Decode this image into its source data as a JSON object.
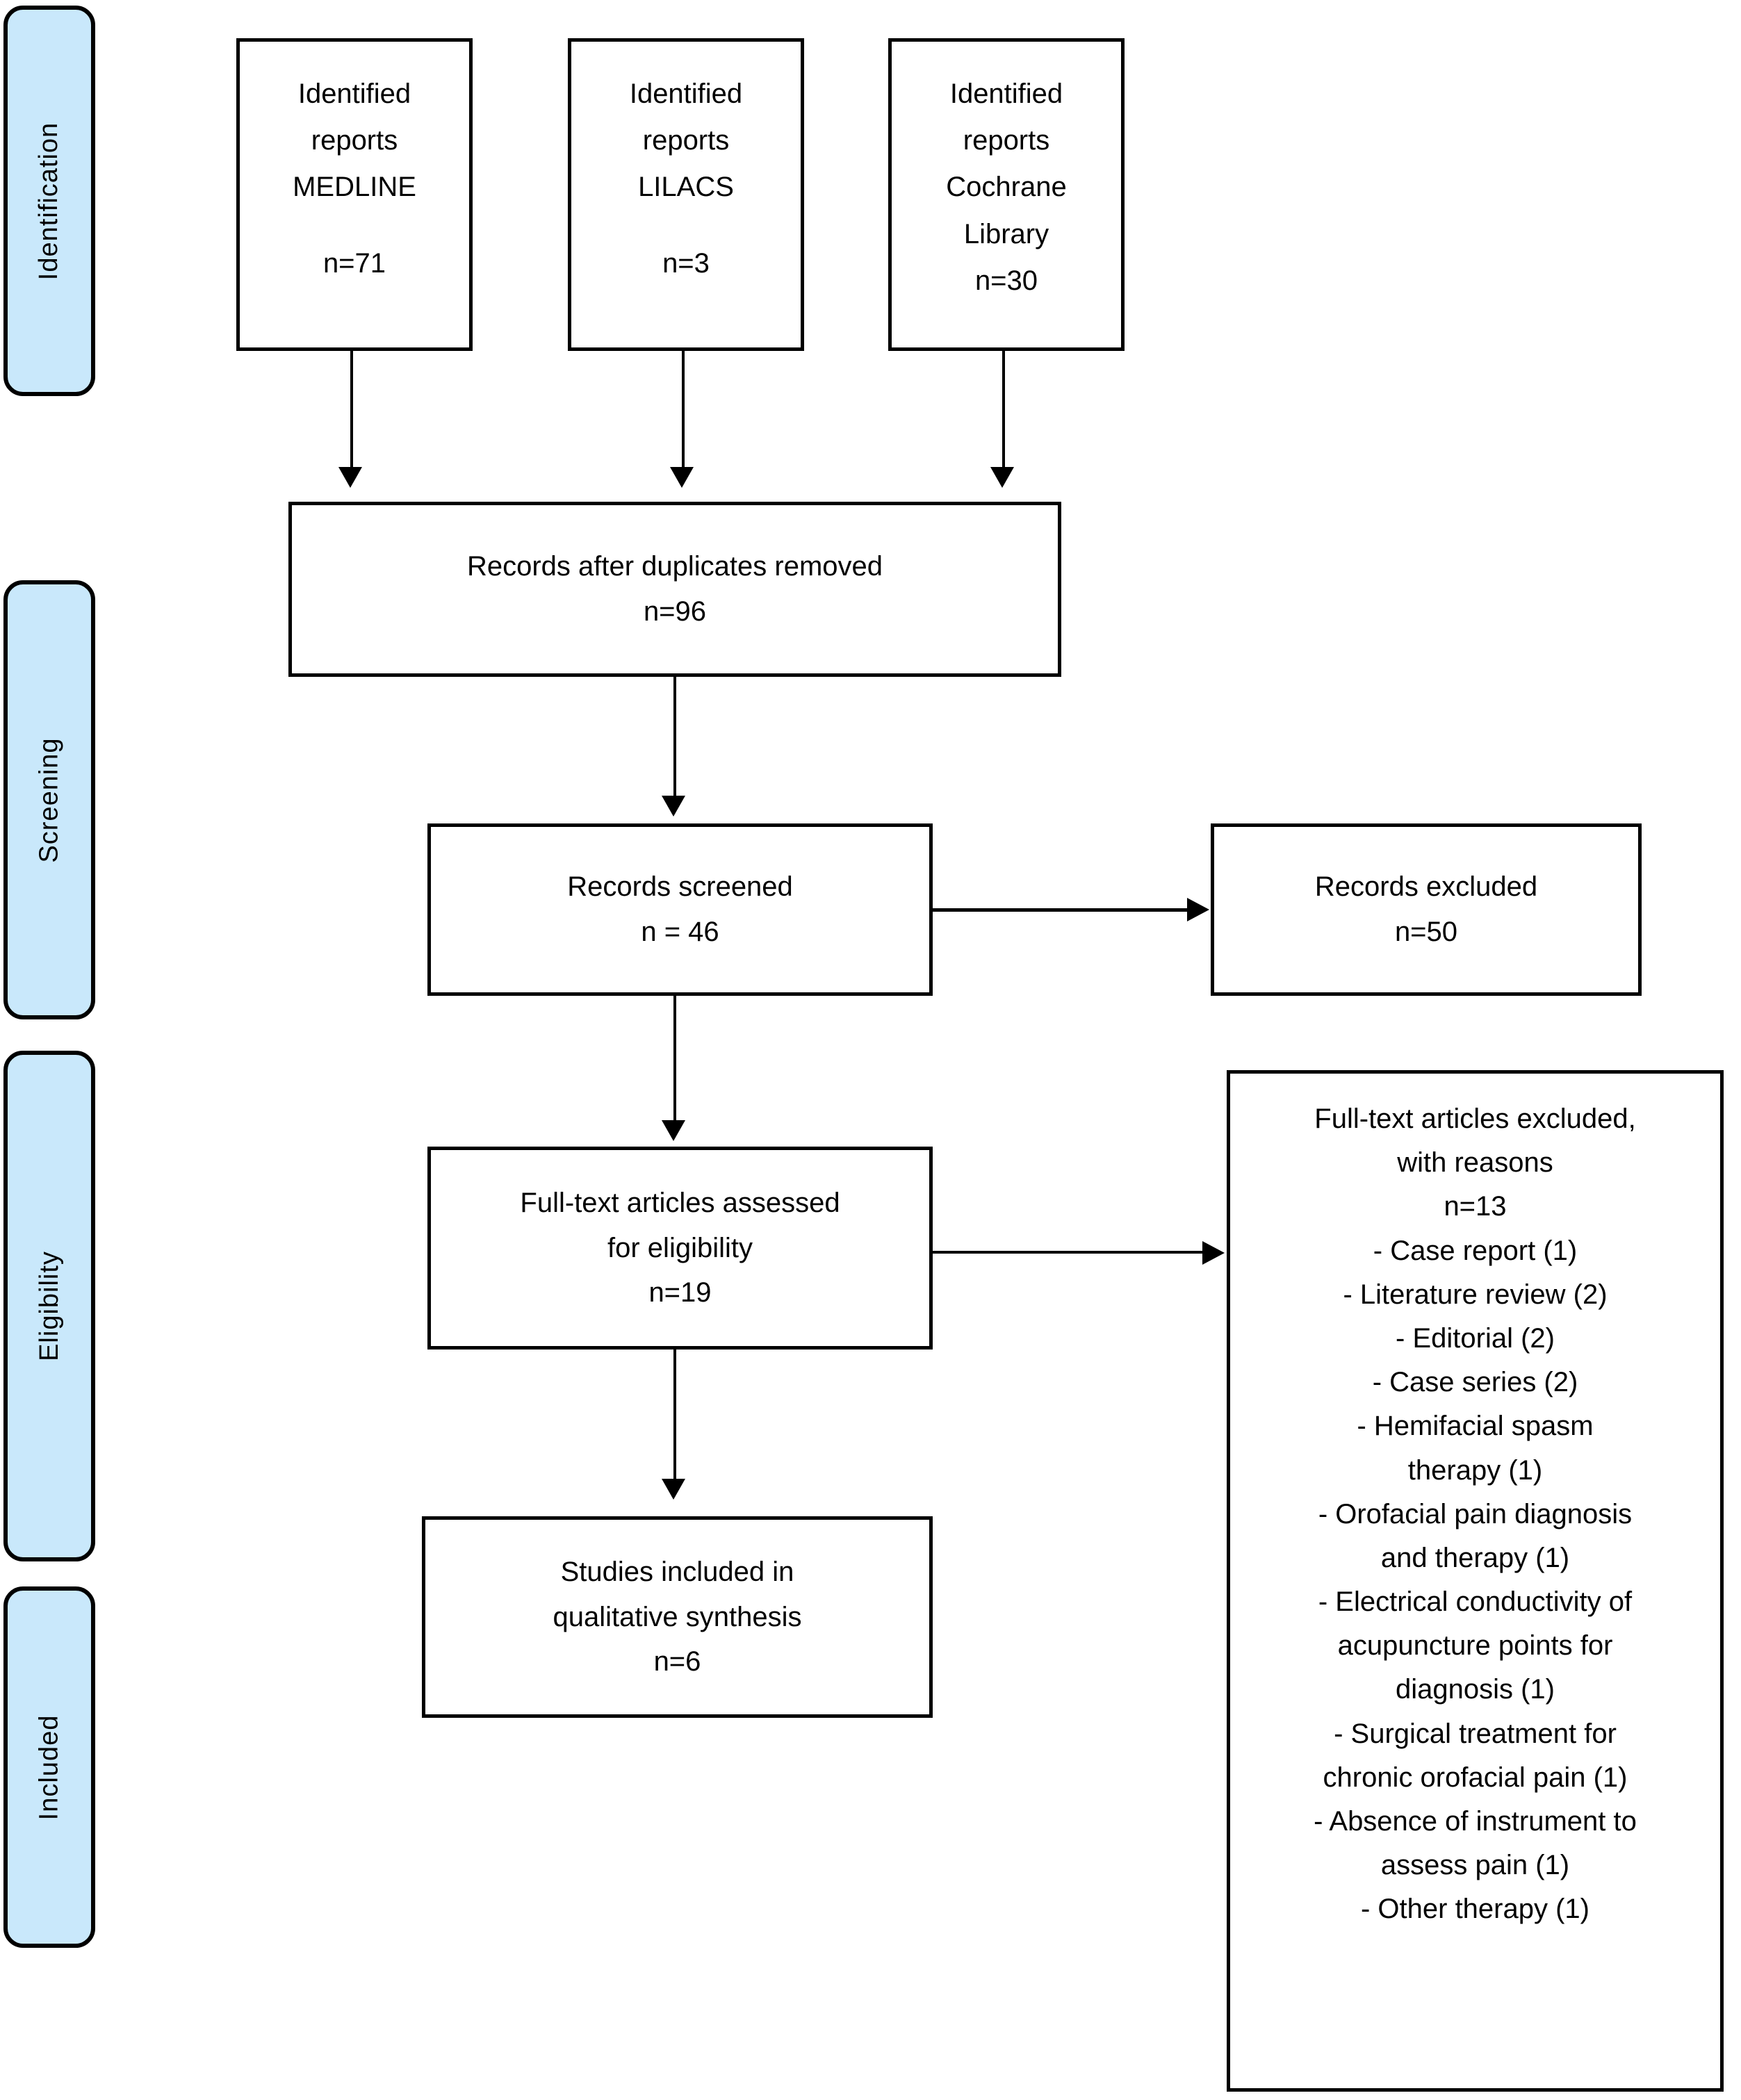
{
  "diagram": {
    "type": "PRISMA flow diagram",
    "accent_color": "#c9e8fb",
    "line_color": "#000000",
    "background": "#ffffff"
  },
  "phases": [
    {
      "label": "Identification"
    },
    {
      "label": "Screening"
    },
    {
      "label": "Eligibility"
    },
    {
      "label": "Included"
    }
  ],
  "sources": [
    {
      "line1": "Identified",
      "line2": "reports",
      "line3": "MEDLINE",
      "count": "n=71"
    },
    {
      "line1": "Identified",
      "line2": "reports",
      "line3": "LILACS",
      "count": "n=3"
    },
    {
      "line1": "Identified",
      "line2": "reports",
      "line3": "Cochrane",
      "line4": "Library",
      "count": "n=30"
    }
  ],
  "boxes": {
    "duplicates_removed": {
      "title": "Records after duplicates removed",
      "count": "n=96"
    },
    "records_screened": {
      "title": "Records screened",
      "count": "n = 46"
    },
    "records_excluded": {
      "title": "Records excluded",
      "count": "n=50"
    },
    "fulltext_assessed": {
      "line1": "Full-text articles assessed",
      "line2": "for eligibility",
      "count": "n=19"
    },
    "studies_included": {
      "line1": "Studies included in",
      "line2": "qualitative synthesis",
      "count": "n=6"
    },
    "fulltext_excluded": {
      "line1": "Full-text articles excluded,",
      "line2": "with reasons",
      "count": "n=13",
      "reasons": [
        "- Case report (1)",
        "- Literature review (2)",
        "- Editorial (2)",
        "- Case series (2)",
        "- Hemifacial spasm",
        "therapy (1)",
        "- Orofacial pain diagnosis",
        "and therapy (1)",
        "- Electrical conductivity of",
        "acupuncture points for",
        "diagnosis (1)",
        "- Surgical treatment for",
        "chronic orofacial pain (1)",
        "- Absence of instrument to",
        "assess pain (1)",
        "- Other therapy (1)"
      ]
    }
  }
}
